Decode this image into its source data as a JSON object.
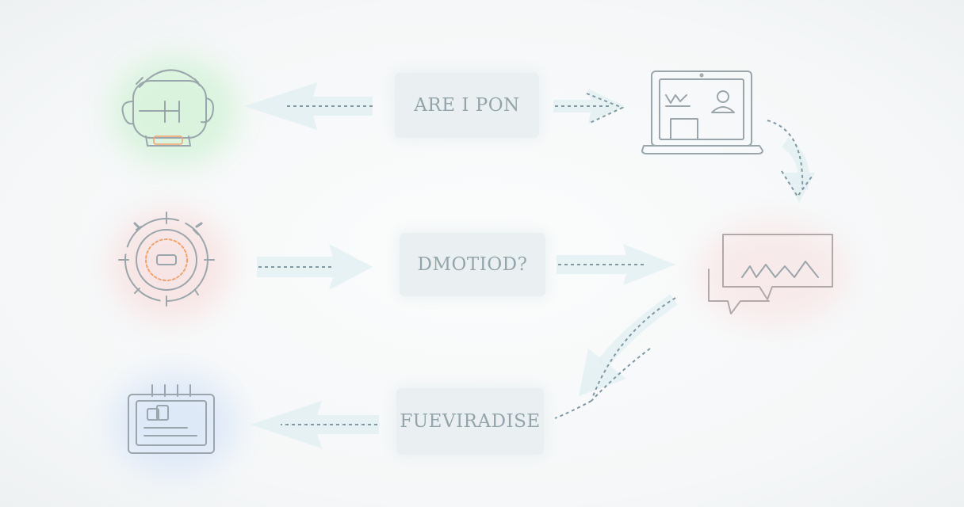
{
  "labels": {
    "top": "ARE I PON",
    "middle": "DMOTIOD?",
    "bottom": "FUEVIRADISE"
  },
  "icons": {
    "headset": "headset-robot-icon",
    "target": "target-gear-icon",
    "calendar": "calendar-board-icon",
    "laptop": "laptop-dashboard-icon",
    "chat": "chat-chart-icon"
  },
  "colors": {
    "stroke": "#9aa6ab",
    "arrow_fill": "#e3f0f2",
    "arrow_dash": "#7f9aa2",
    "glow_green": "#c6efcd",
    "glow_red": "#f6d6d6",
    "glow_blue": "#d2e2f6",
    "accent_orange": "#f3a36c"
  }
}
